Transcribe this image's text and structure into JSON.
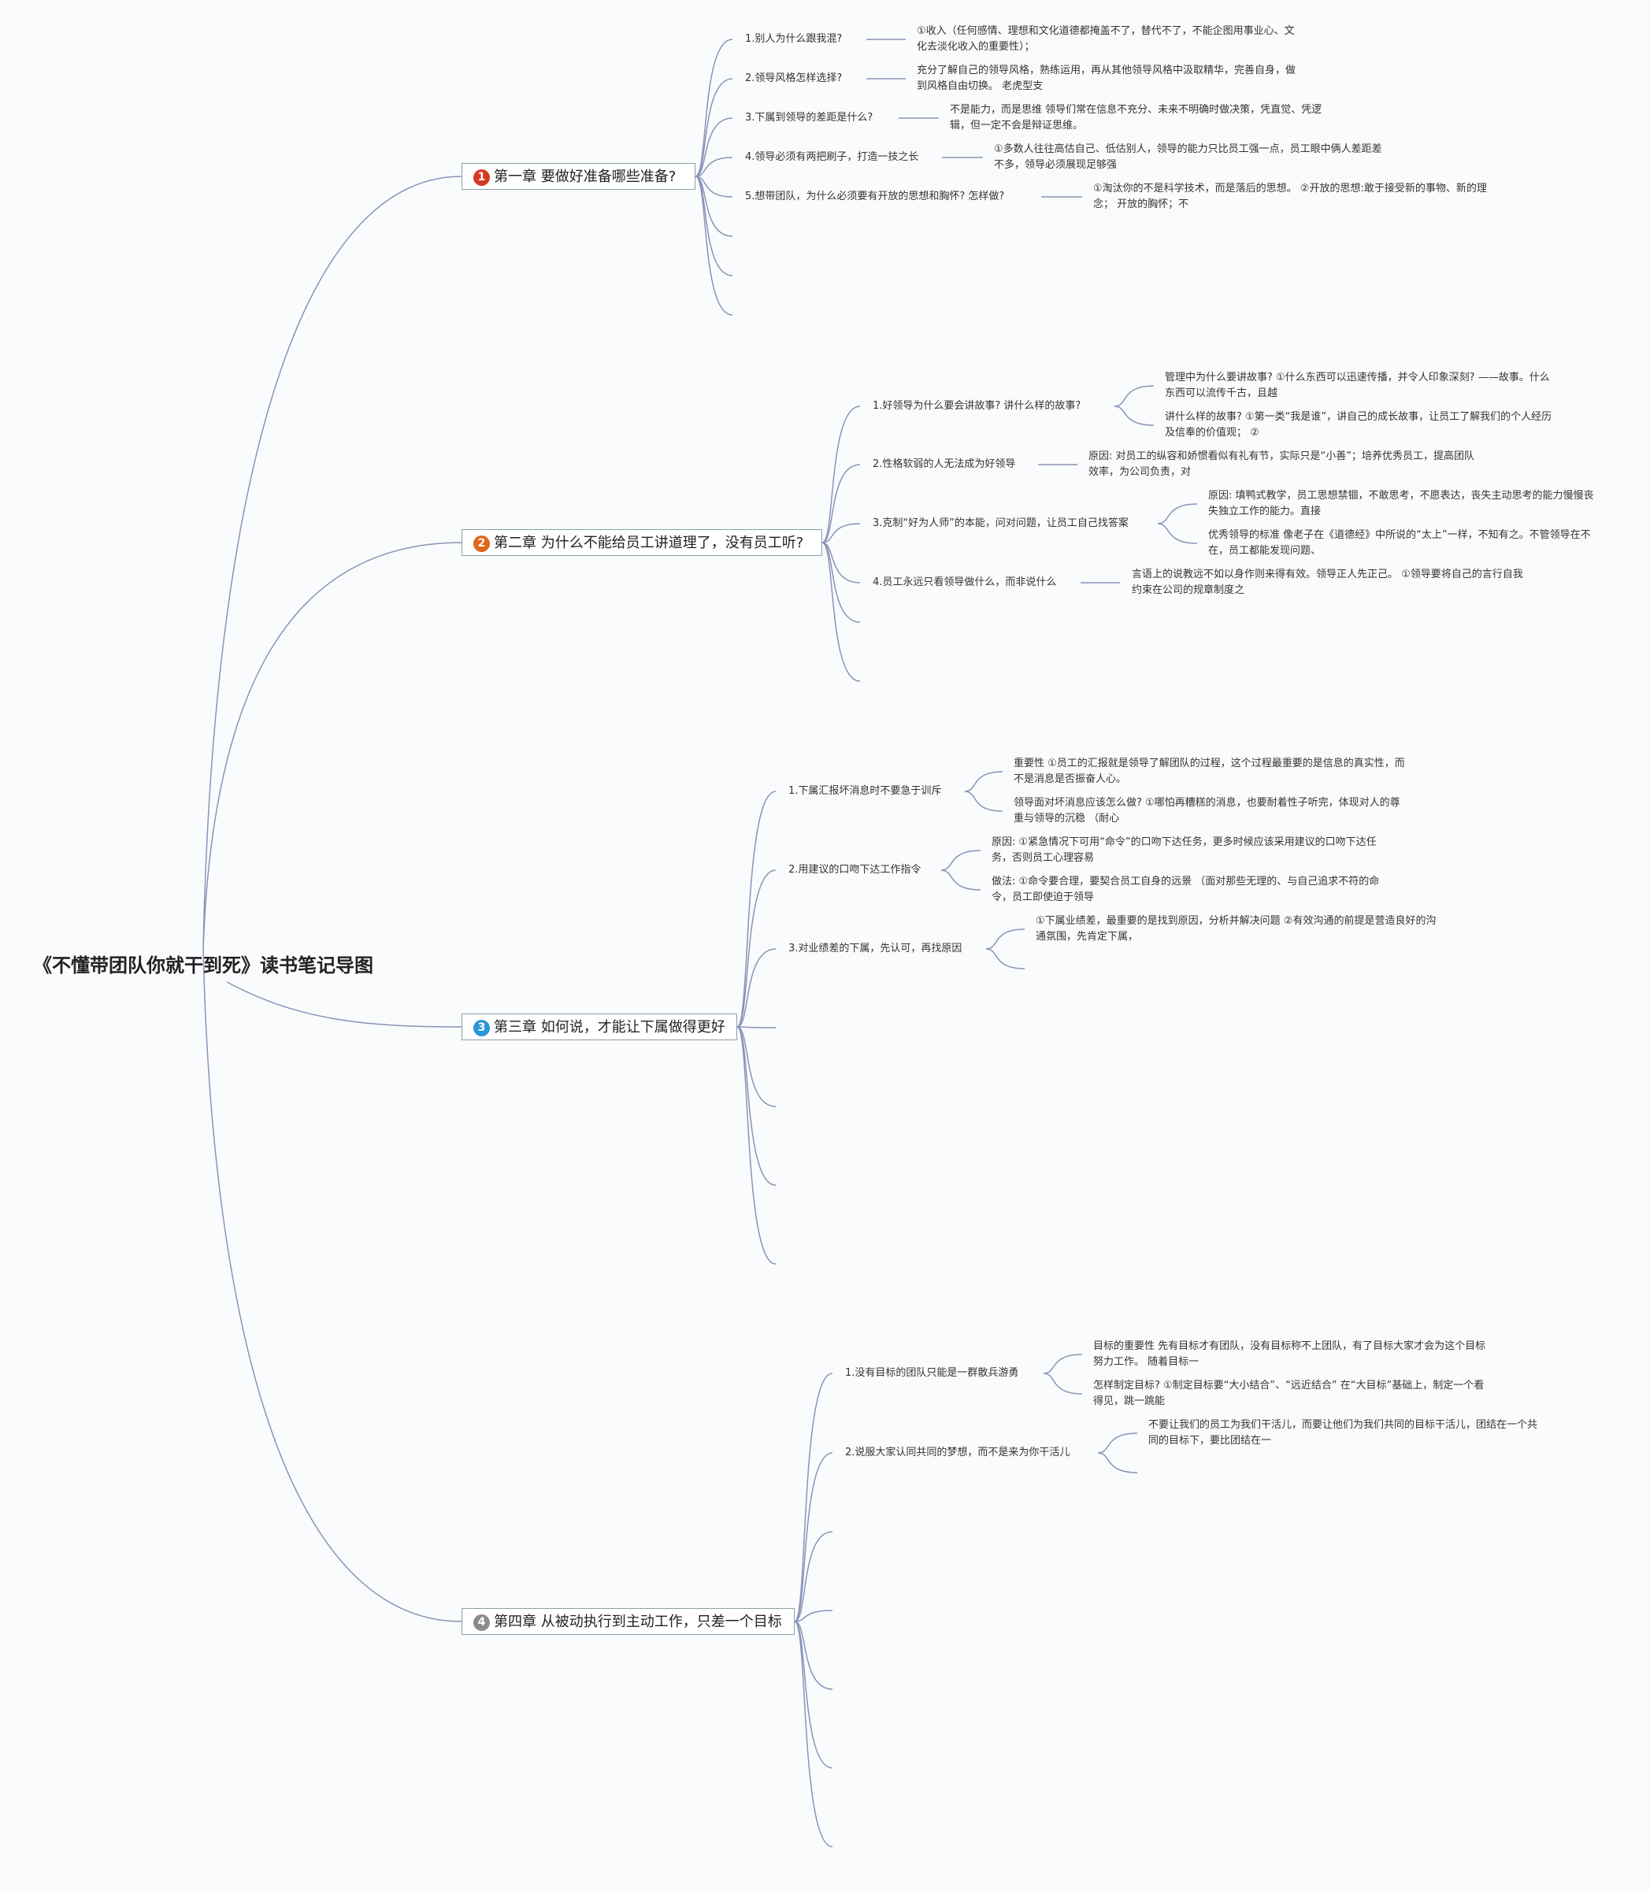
{
  "root": {
    "title": "《不懂带团队你就干到死》读书笔记导图"
  },
  "colors": {
    "badge1": "#d63a26",
    "badge2": "#e0661a",
    "badge3": "#2b97d8",
    "badge4": "#8c8c8c",
    "line": "#8a93b8"
  },
  "chapters": [
    {
      "badge": "1",
      "title": "第一章 要做好准备哪些准备?",
      "questions": [
        {
          "text": "1.别人为什么跟我混?",
          "answers": [
            "①收入（任何感情、理想和文化道德都掩盖不了，替代不了，不能企图用事业心、文化去淡化收入的重要性）；"
          ]
        },
        {
          "text": "2.领导风格怎样选择?",
          "answers": [
            "充分了解自己的领导风格，熟练运用，再从其他领导风格中汲取精华，完善自身，做到风格自由切换。 老虎型支"
          ]
        },
        {
          "text": "3.下属到领导的差距是什么?",
          "answers": [
            "不是能力，而是思维 领导们常在信息不充分、未来不明确时做决策，凭直觉、凭逻辑，但一定不会是辩证思维。"
          ]
        },
        {
          "text": "4.领导必须有两把刷子，打造一技之长",
          "answers": [
            "①多数人往往高估自己、低估别人，领导的能力只比员工强一点，员工眼中俩人差距差不多，领导必须展现足够强"
          ]
        },
        {
          "text": "5.想带团队，为什么必须要有开放的思想和胸怀? 怎样做?",
          "answers": [
            "①淘汰你的不是科学技术，而是落后的思想。 ②开放的思想:敢于接受新的事物、新的理念； 开放的胸怀；不"
          ]
        }
      ]
    },
    {
      "badge": "2",
      "title": "第二章 为什么不能给员工讲道理了，没有员工听?",
      "questions": [
        {
          "text": "1.好领导为什么要会讲故事? 讲什么样的故事?",
          "answers": [
            "管理中为什么要讲故事? ①什么东西可以迅速传播，并令人印象深刻? ——故事。什么东西可以流传千古，且越",
            "讲什么样的故事? ①第一类“我是谁”，讲自己的成长故事，让员工了解我们的个人经历及信奉的价值观； ②"
          ]
        },
        {
          "text": "2.性格软弱的人无法成为好领导",
          "answers": [
            "原因: 对员工的纵容和娇惯看似有礼有节，实际只是“小善”；培养优秀员工，提高团队效率，为公司负责，对"
          ]
        },
        {
          "text": "3.克制“好为人师”的本能，问对问题，让员工自己找答案",
          "answers": [
            "原因: 填鸭式教学，员工思想禁锢，不敢思考，不愿表达，丧失主动思考的能力慢慢丧失独立工作的能力。直接",
            "优秀领导的标准 像老子在《道德经》中所说的“太上”一样，不知有之。不管领导在不在，员工都能发现问题、"
          ]
        },
        {
          "text": "4.员工永远只看领导做什么，而非说什么",
          "answers": [
            "言语上的说教远不如以身作则来得有效。领导正人先正己。 ①领导要将自己的言行自我约束在公司的规章制度之"
          ]
        }
      ]
    },
    {
      "badge": "3",
      "title": "第三章 如何说，才能让下属做得更好",
      "questions": [
        {
          "text": "1.下属汇报坏消息时不要急于训斥",
          "answers": [
            "重要性 ①员工的汇报就是领导了解团队的过程，这个过程最重要的是信息的真实性，而不是消息是否振奋人心。",
            "领导面对坏消息应该怎么做? ①哪怕再糟糕的消息，也要耐着性子听完，体现对人的尊重与领导的沉稳 （耐心"
          ]
        },
        {
          "text": "2.用建议的口吻下达工作指令",
          "answers": [
            "原因: ①紧急情况下可用“命令”的口吻下达任务，更多时候应该采用建议的口吻下达任务，否则员工心理容易",
            "做法: ①命令要合理，要契合员工自身的远景 （面对那些无理的、与自己追求不符的命令，员工即使迫于领导"
          ]
        },
        {
          "text": "3.对业绩差的下属，先认可，再找原因",
          "answers": [
            "①下属业绩差，最重要的是找到原因，分析并解决问题 ②有效沟通的前提是营造良好的沟通氛围，先肯定下属，"
          ]
        }
      ]
    },
    {
      "badge": "4",
      "title": "第四章 从被动执行到主动工作，只差一个目标",
      "questions": [
        {
          "text": "1.没有目标的团队只能是一群散兵游勇",
          "answers": [
            "目标的重要性 先有目标才有团队，没有目标称不上团队，有了目标大家才会为这个目标努力工作。 随着目标一",
            "怎样制定目标? ①制定目标要“大小结合”、“远近结合” 在“大目标”基础上，制定一个看得见，跳一跳能"
          ]
        },
        {
          "text": "2.说服大家认同共同的梦想，而不是来为你干活儿",
          "answers": [
            "不要让我们的员工为我们干活儿，而要让他们为我们共同的目标干活儿，团结在一个共同的目标下，要比团结在一"
          ]
        }
      ]
    }
  ]
}
